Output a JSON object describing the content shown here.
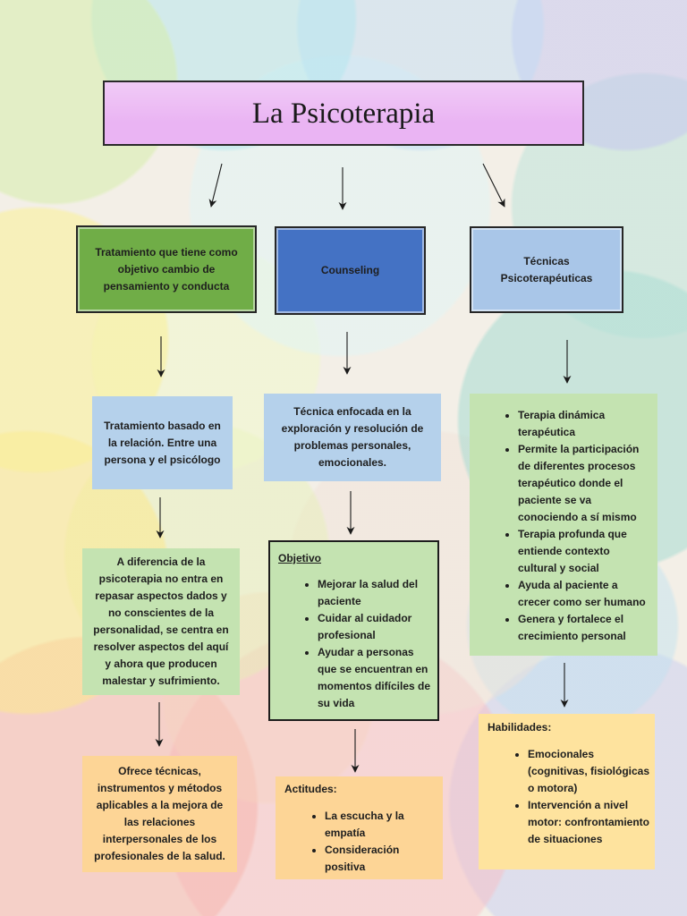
{
  "title": "La Psicoterapia",
  "left": {
    "category": "Tratamiento que tiene como objetivo cambio de pensamiento y conducta",
    "relation": "Tratamiento basado en la relación. Entre una persona y el psicólogo",
    "difference": "A diferencia de la psicoterapia no entra en repasar aspectos dados y no conscientes de la personalidad, se centra en resolver aspectos del aquí y ahora que producen malestar y sufrimiento.",
    "offers": "Ofrece técnicas, instrumentos y métodos aplicables a la mejora de las relaciones interpersonales de los profesionales de la salud."
  },
  "middle": {
    "category": "Counseling",
    "description": "Técnica enfocada en la exploración y resolución de problemas personales, emocionales.",
    "objective": {
      "heading": "Objetivo",
      "items": [
        "Mejorar la salud del paciente",
        "Cuidar al cuidador profesional",
        "Ayudar a personas que se encuentran en momentos difíciles de su vida"
      ]
    },
    "attitudes": {
      "heading": "Actitudes:",
      "items": [
        "La escucha y la empatía",
        "Consideración positiva"
      ]
    }
  },
  "right": {
    "category": "Técnicas Psicoterapéuticas",
    "techniques": [
      "Terapia dinámica terapéutica",
      "Permite la participación de diferentes procesos terapéutico donde el paciente se va conociendo a sí mismo",
      "Terapia profunda que entiende contexto cultural y social",
      "Ayuda al paciente a crecer como ser humano",
      "Genera y fortalece el crecimiento personal"
    ],
    "skills": {
      "heading": "Habilidades:",
      "items": [
        "Emocionales (cognitivas, fisiológicas o motora)",
        "Intervención a nivel motor: confrontamiento de situaciones"
      ]
    }
  },
  "colors": {
    "title_box": "#eab4f3",
    "category_treatment": "#70ad47",
    "category_counseling": "#4472c4",
    "category_techniques": "#a9c6e8",
    "info_blue": "#b5d1eb",
    "info_green": "#c4e3b1",
    "info_orange": "#fdd596",
    "info_yellow": "#fee39e",
    "arrow": "#1a1a1a"
  }
}
